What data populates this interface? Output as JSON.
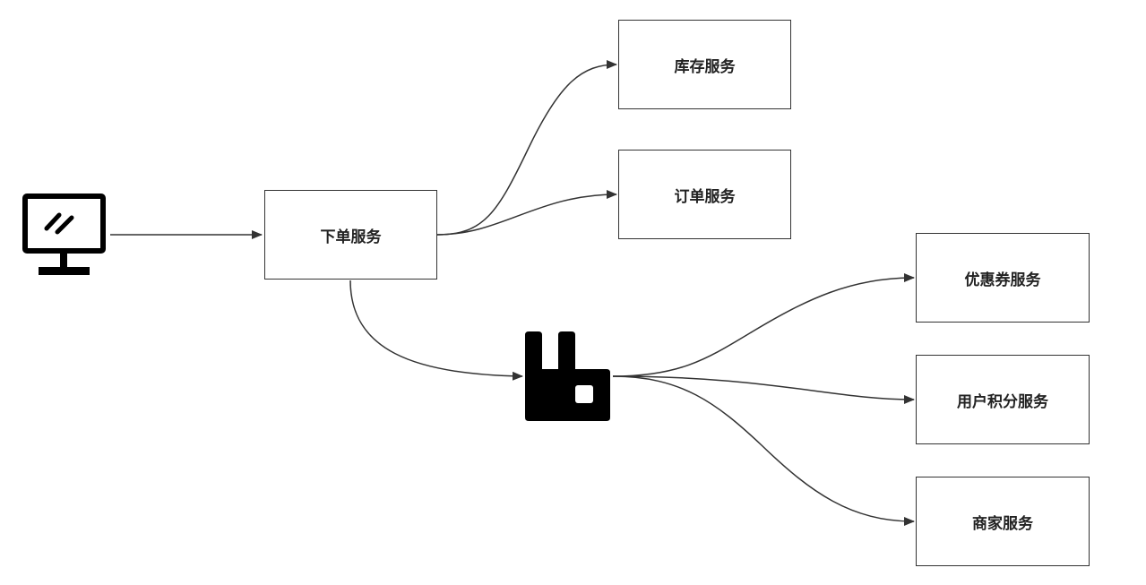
{
  "diagram": {
    "nodes": {
      "order_service": "下单服务",
      "inventory_service": "库存服务",
      "order_record_service": "订单服务",
      "coupon_service": "优惠券服务",
      "points_service": "用户积分服务",
      "merchant_service": "商家服务"
    },
    "icons": {
      "client": "monitor-icon",
      "queue": "rabbitmq-icon"
    },
    "edges": [
      {
        "from": "client",
        "to": "order_service"
      },
      {
        "from": "order_service",
        "to": "inventory_service"
      },
      {
        "from": "order_service",
        "to": "order_record_service"
      },
      {
        "from": "order_service",
        "to": "queue"
      },
      {
        "from": "queue",
        "to": "coupon_service"
      },
      {
        "from": "queue",
        "to": "points_service"
      },
      {
        "from": "queue",
        "to": "merchant_service"
      }
    ],
    "colors": {
      "stroke": "#333333",
      "icon": "#000000"
    }
  }
}
